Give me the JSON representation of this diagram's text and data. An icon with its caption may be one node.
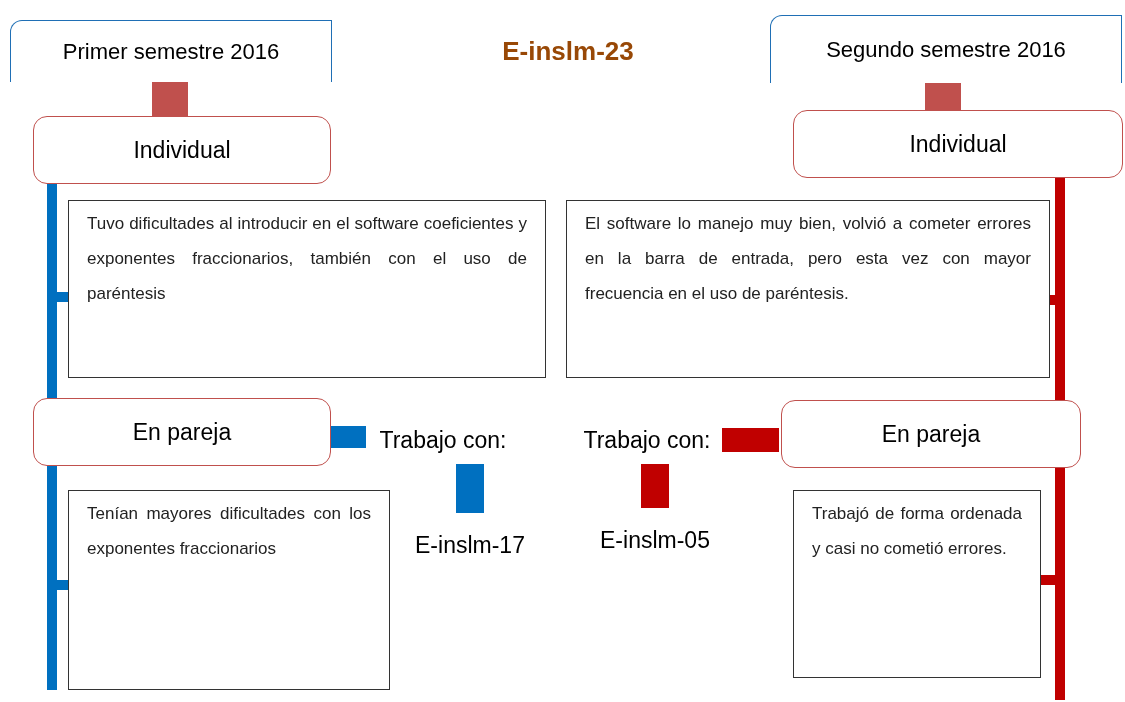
{
  "diagram": {
    "title": "E-inslm-23",
    "nodes": [
      {
        "text": [
          "Primer semestre 2016"
        ]
      },
      {
        "text": [
          "Segundo semestre 2016"
        ]
      },
      {
        "text": [
          "Individual"
        ]
      },
      {
        "text": [
          "Individual"
        ]
      },
      {
        "text": [
          "Tuvo dificultades al introducir en el software coeficientes y exponentes fraccionarios, también con el uso de paréntesis"
        ]
      },
      {
        "text": [
          "El software lo manejo muy bien, volvió a cometer errores en la barra de entrada, pero esta vez con mayor frecuencia en el uso de paréntesis."
        ]
      },
      {
        "text": [
          "En pareja"
        ]
      },
      {
        "text": [
          "En pareja"
        ]
      },
      {
        "text": [
          "Trabajo con:"
        ]
      },
      {
        "text": [
          "Trabajo con:"
        ]
      },
      {
        "text": [
          "E-inslm-17"
        ]
      },
      {
        "text": [
          "E-inslm-05"
        ]
      },
      {
        "text": [
          "Tenían mayores dificultades con los exponentes fraccionarios"
        ]
      },
      {
        "text": [
          "Trabajó de forma ordenada y casi no cometió errores."
        ]
      }
    ],
    "edges": [
      {
        "from": 0,
        "to": 2,
        "arrow": "none",
        "style": "thick",
        "color": "#c0504d"
      },
      {
        "from": 1,
        "to": 3,
        "arrow": "none",
        "style": "thick",
        "color": "#c0504d"
      },
      {
        "from": 2,
        "to": 4,
        "arrow": "none",
        "color": "#0070c0"
      },
      {
        "from": 2,
        "to": 6,
        "arrow": "none",
        "color": "#0070c0"
      },
      {
        "from": 6,
        "to": 12,
        "arrow": "none",
        "color": "#0070c0"
      },
      {
        "from": 3,
        "to": 5,
        "arrow": "none",
        "color": "#c00000"
      },
      {
        "from": 3,
        "to": 7,
        "arrow": "none",
        "color": "#c00000"
      },
      {
        "from": 7,
        "to": 13,
        "arrow": "none",
        "color": "#c00000"
      },
      {
        "from": 6,
        "to": 8,
        "arrow": "none",
        "style": "thick",
        "color": "#0070c0"
      },
      {
        "from": 8,
        "to": 10,
        "arrow": "none",
        "style": "thick",
        "color": "#0070c0"
      },
      {
        "from": 9,
        "to": 7,
        "arrow": "none",
        "style": "thick",
        "color": "#c00000"
      },
      {
        "from": 9,
        "to": 11,
        "arrow": "none",
        "style": "thick",
        "color": "#c00000"
      }
    ]
  }
}
